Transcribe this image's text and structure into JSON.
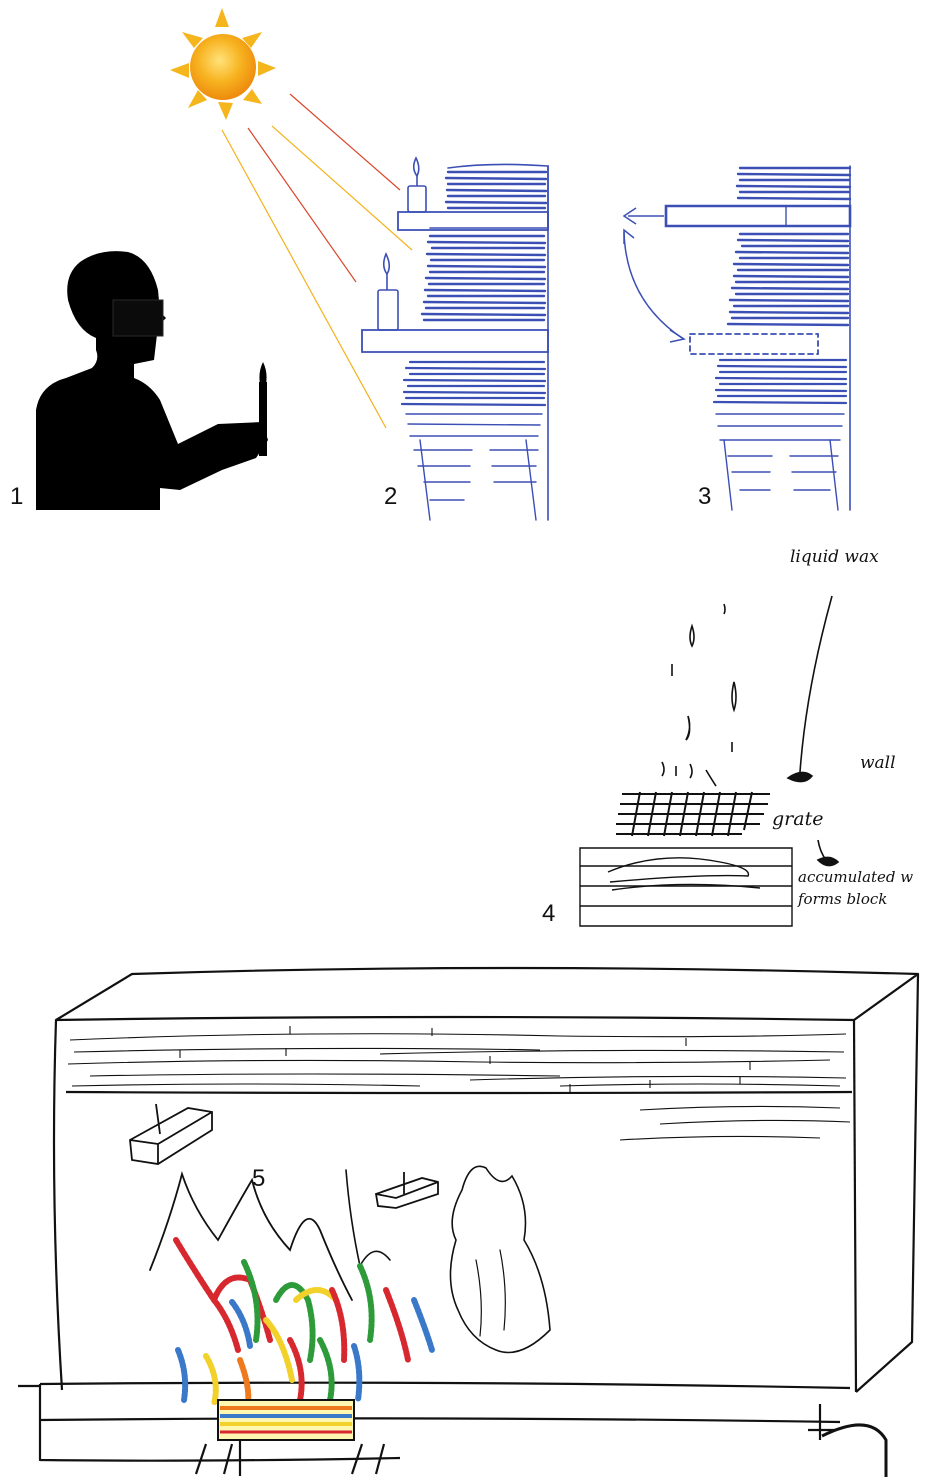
{
  "panels": [
    {
      "number": "1"
    },
    {
      "number": "2"
    },
    {
      "number": "3"
    },
    {
      "number": "4"
    },
    {
      "number": "5"
    }
  ],
  "annotations": {
    "liquid_wax": "liquid wax",
    "wall": "wall",
    "grate": "grate",
    "accumulated_line1": "accumulated w",
    "accumulated_line2": "forms block"
  },
  "colors": {
    "ink_blue": "#3b4fb5",
    "ink_black": "#111111",
    "sun_orange": "#f29a12",
    "ray_red": "#d9472b",
    "ray_yellow": "#f3b21c",
    "flame_red": "#d8282f",
    "flame_green": "#2e9b3a",
    "flame_blue": "#3a78c9",
    "flame_yellow": "#f2d12a",
    "flame_orange": "#ef7a1e"
  }
}
